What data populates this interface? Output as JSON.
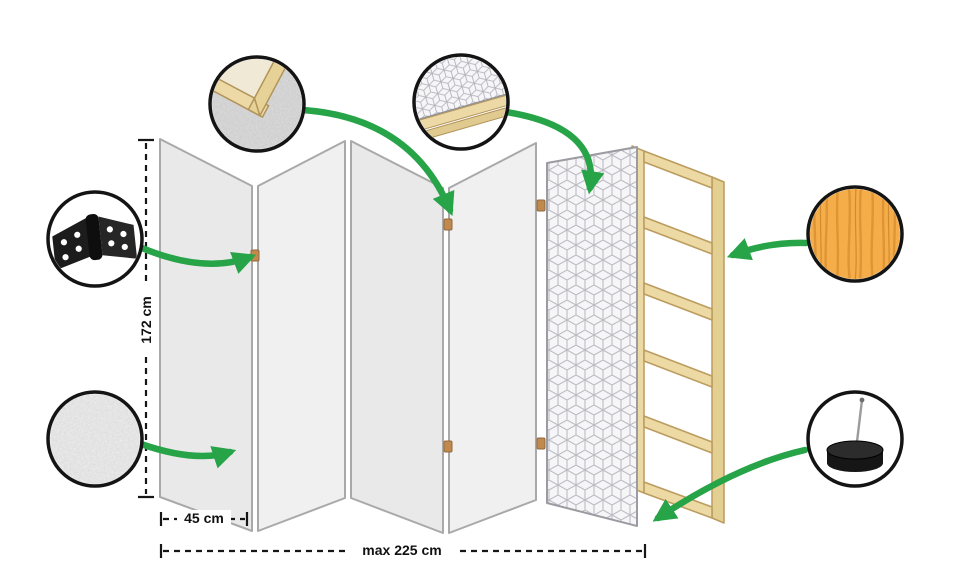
{
  "diagram": {
    "subject": "folding-screen-construction-diagram",
    "labels": {
      "height": "172 cm",
      "panel_width": "45 cm",
      "max_width": "max 225 cm"
    },
    "callout_icons": [
      "frame-corner-detail-icon",
      "printed-board-corner-icon",
      "hinge-icon",
      "fabric-texture-icon",
      "pine-wood-icon",
      "felt-pad-icon"
    ],
    "colors": {
      "arrow_green": "#27a348",
      "panel_gray": "#e9e9e9",
      "panel_border": "#a9a9a9",
      "pattern_line": "#bcbcc4",
      "frame_tan": "#ecd9a4",
      "frame_outline": "#bb9c5e",
      "pine_orange": "#f5ad49",
      "hinge_black": "#1c1c1c",
      "dimension_black": "#161616",
      "callout_ring": "#141414",
      "background": "#ffffff"
    }
  }
}
